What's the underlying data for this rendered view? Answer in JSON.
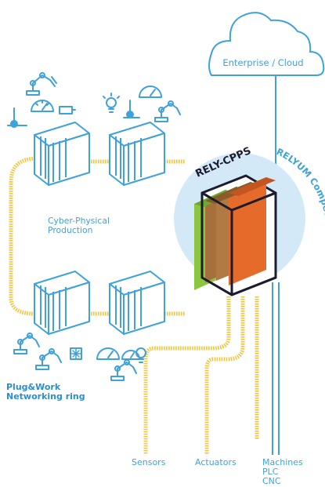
{
  "cloud": {
    "label": "Enterprise / Cloud"
  },
  "core": {
    "title": "RELY-CPPS",
    "competence": "RELYUM Competence"
  },
  "cyber_label": [
    "Cyber-Physical",
    "Production"
  ],
  "ring_label": [
    "Plug&Work",
    "Networking ring"
  ],
  "outputs": {
    "sensors": "Sensors",
    "actuators": "Actuators",
    "machines": [
      "Machines",
      "PLC",
      "CNC"
    ]
  },
  "colors": {
    "blue": "#3fa2dc",
    "light_blue_fill": "#d3e9f8",
    "ring_yellow": "#f5c43b",
    "cube_dark": "#1c1c2e",
    "green": "#8cc63f",
    "brown": "#a5703c",
    "orange": "#e46b2a"
  }
}
